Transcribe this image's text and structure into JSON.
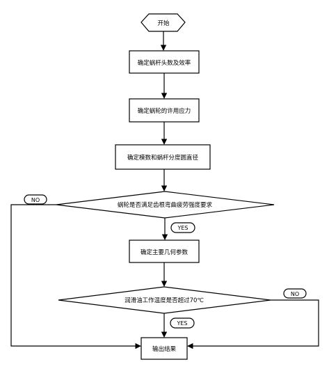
{
  "flowchart": {
    "start": "开始",
    "steps": [
      "确定蜗杆头数及效率",
      "确定蜗轮的许用应力",
      "确定模数和蜗杆分度圆直径",
      "确定主要几何参数",
      "输出结果"
    ],
    "decisions": [
      "蜗轮是否满足齿根弯曲疲劳强度要求",
      "润滑油工作温度是否超过70℃"
    ],
    "labels": {
      "yes1": "YES",
      "no1": "NO",
      "yes2": "YES",
      "no2": "NO"
    }
  }
}
